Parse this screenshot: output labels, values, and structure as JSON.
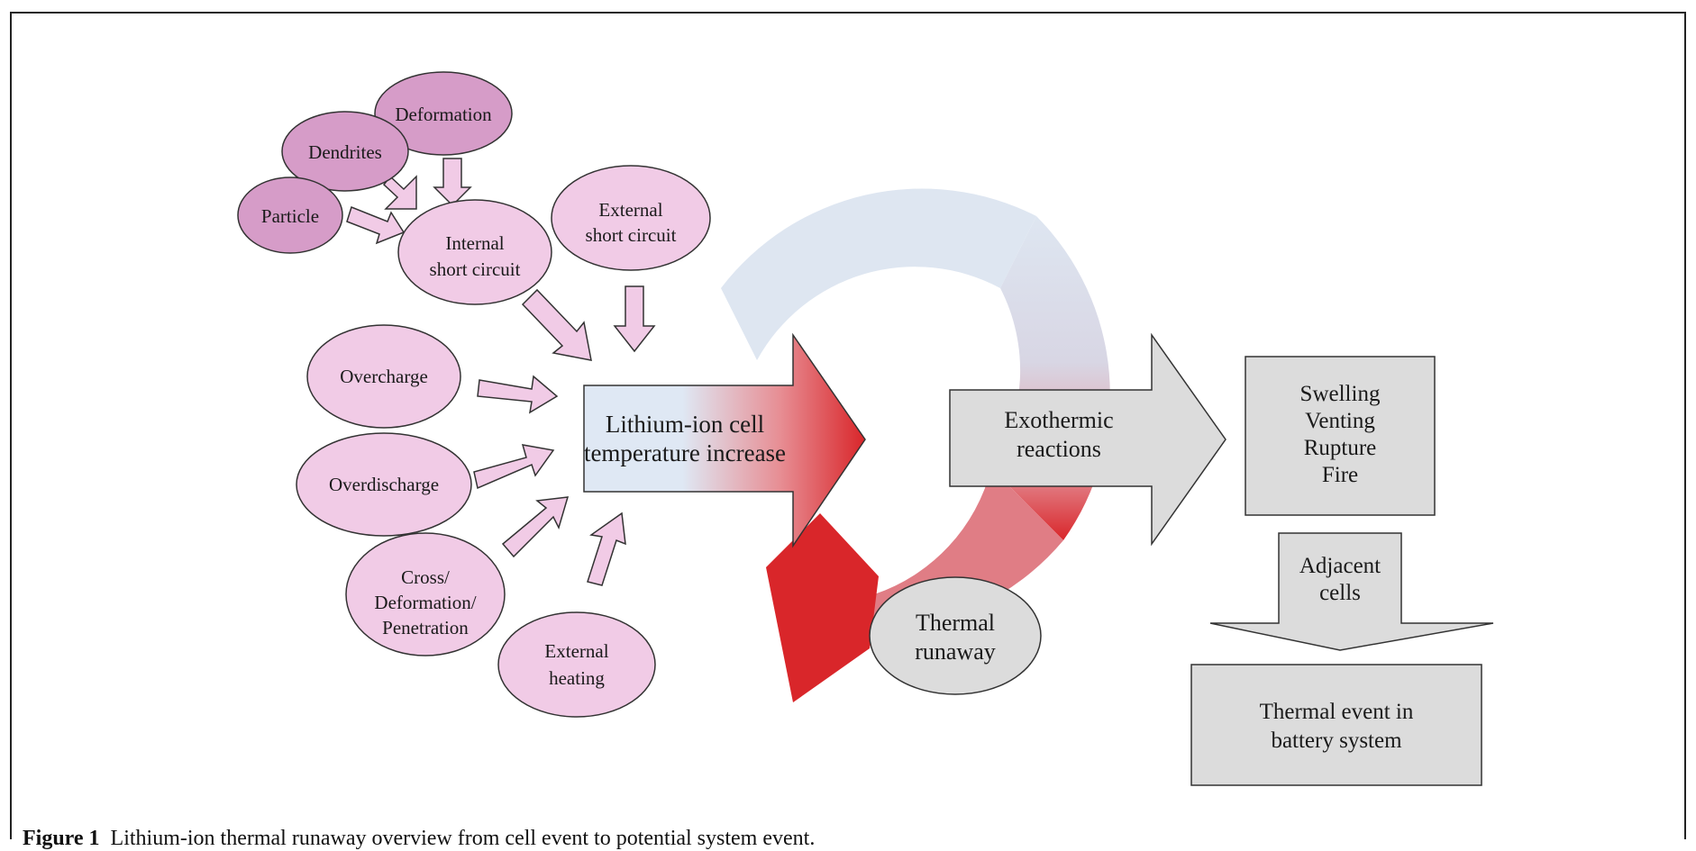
{
  "colors": {
    "dark_pink": "#d69cc8",
    "light_pink": "#f1cbe6",
    "gray_box": "#dcdcdc",
    "red": "#d9262a",
    "pale_blue": "#dde6f2"
  },
  "causes": {
    "deformation": "Deformation",
    "dendrites": "Dendrites",
    "particle": "Particle",
    "internal_short": [
      "Internal",
      "short circuit"
    ],
    "external_short": [
      "External",
      "short circuit"
    ],
    "overcharge": "Overcharge",
    "overdischarge": "Overdischarge",
    "crush": [
      "Cross/",
      "Deformation/",
      "Penetration"
    ],
    "external_heating": [
      "External",
      "heating"
    ]
  },
  "main_arrow": [
    "Lithium-ion cell",
    "temperature increase"
  ],
  "exothermic": [
    "Exothermic",
    "reactions"
  ],
  "thermal_runaway": [
    "Thermal",
    "runaway"
  ],
  "effects": [
    "Swelling",
    "Venting",
    "Rupture",
    "Fire"
  ],
  "adjacent": [
    "Adjacent",
    "cells"
  ],
  "system_event": [
    "Thermal event in",
    "battery system"
  ],
  "caption": {
    "label": "Figure 1",
    "text": "Lithium-ion thermal runaway overview from cell event to potential system event."
  }
}
